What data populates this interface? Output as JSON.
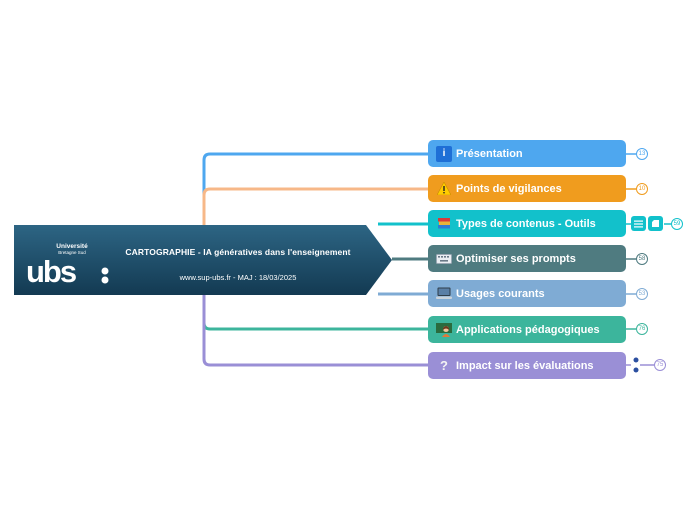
{
  "root": {
    "title": "CARTOGRAPHIE - IA génératives dans l'enseignement",
    "subtitle": "www.sup-ubs.fr - MAJ : 18/03/2025",
    "logo_word": "ubs",
    "logo_top_line": "Université",
    "logo_bottom_line": "Bretagne Sud",
    "color": "#17405a"
  },
  "branches": [
    {
      "label": "Présentation",
      "icon": "info-icon",
      "glyph": "ℹ️",
      "color": "#4ea7ef",
      "badge": "13"
    },
    {
      "label": "Points de vigilances",
      "icon": "warning-icon",
      "glyph": "⚠️",
      "color": "#f09c1e",
      "badge": "10"
    },
    {
      "label": "Types de contenus - Outils",
      "icon": "books-icon",
      "glyph": "📚",
      "color": "#12c1cb",
      "badge": "59"
    },
    {
      "label": "Optimiser ses prompts",
      "icon": "keyboard-icon",
      "glyph": "⌨️",
      "color": "#4f7b80",
      "badge": "58"
    },
    {
      "label": "Usages courants",
      "icon": "computer-icon",
      "glyph": "💻",
      "color": "#7fabd4",
      "badge": "53"
    },
    {
      "label": "Applications pédagogiques",
      "icon": "teacher-icon",
      "glyph": "👩‍🏫",
      "color": "#3cb59c",
      "badge": "76"
    },
    {
      "label": "Impact sur les évaluations",
      "icon": "question-icon",
      "glyph": "❔",
      "color": "#9a8fd6",
      "badge": "75"
    }
  ],
  "extras": {
    "notes_icon": "notes-icon",
    "link_icon": "link-icon",
    "dots_color": "#2b4fa0"
  }
}
